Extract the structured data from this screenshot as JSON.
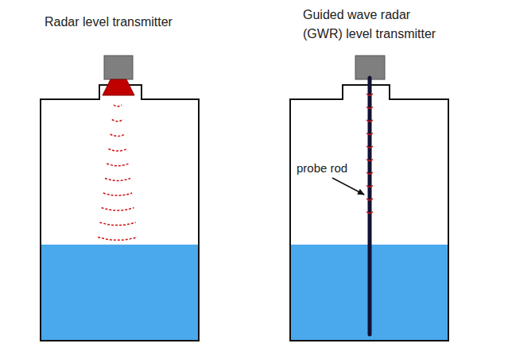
{
  "diagram": {
    "labels": [
      "Radar level transmitter",
      "Guided wave radar (GWR) level transmitter",
      "probe rod"
    ]
  }
}
